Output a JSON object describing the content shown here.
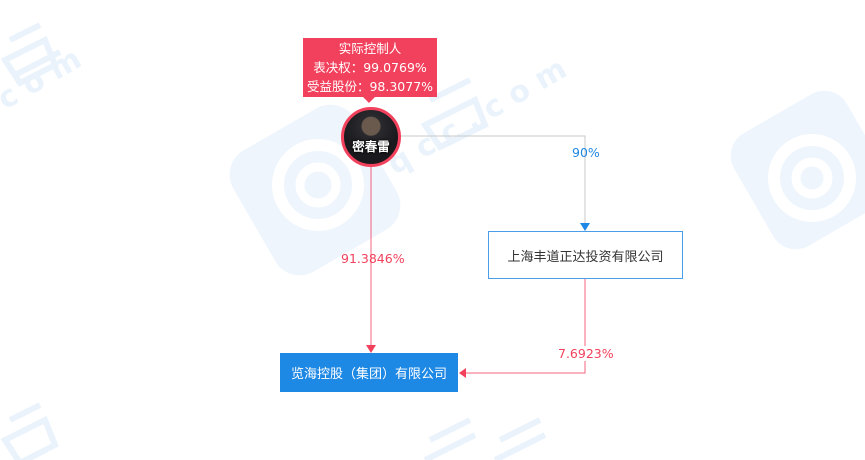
{
  "controller": {
    "badge_title": "实际控制人",
    "voting_rights": "表决权：99.0769%",
    "beneficial_shares": "受益股份：98.3077%",
    "name": "密春雷",
    "color": "#f2415c"
  },
  "nodes": {
    "intermediate_company": "上海丰道正达投资有限公司",
    "target_company": "览海控股（集团）有限公司"
  },
  "edges": {
    "controller_to_intermediate": "90%",
    "controller_to_target": "91.3846%",
    "intermediate_to_target": "7.6923%"
  },
  "colors": {
    "accent_red": "#f2415c",
    "accent_blue": "#1e88e5",
    "connector_gray": "#c8c8c8"
  },
  "watermark": "qcc.com"
}
